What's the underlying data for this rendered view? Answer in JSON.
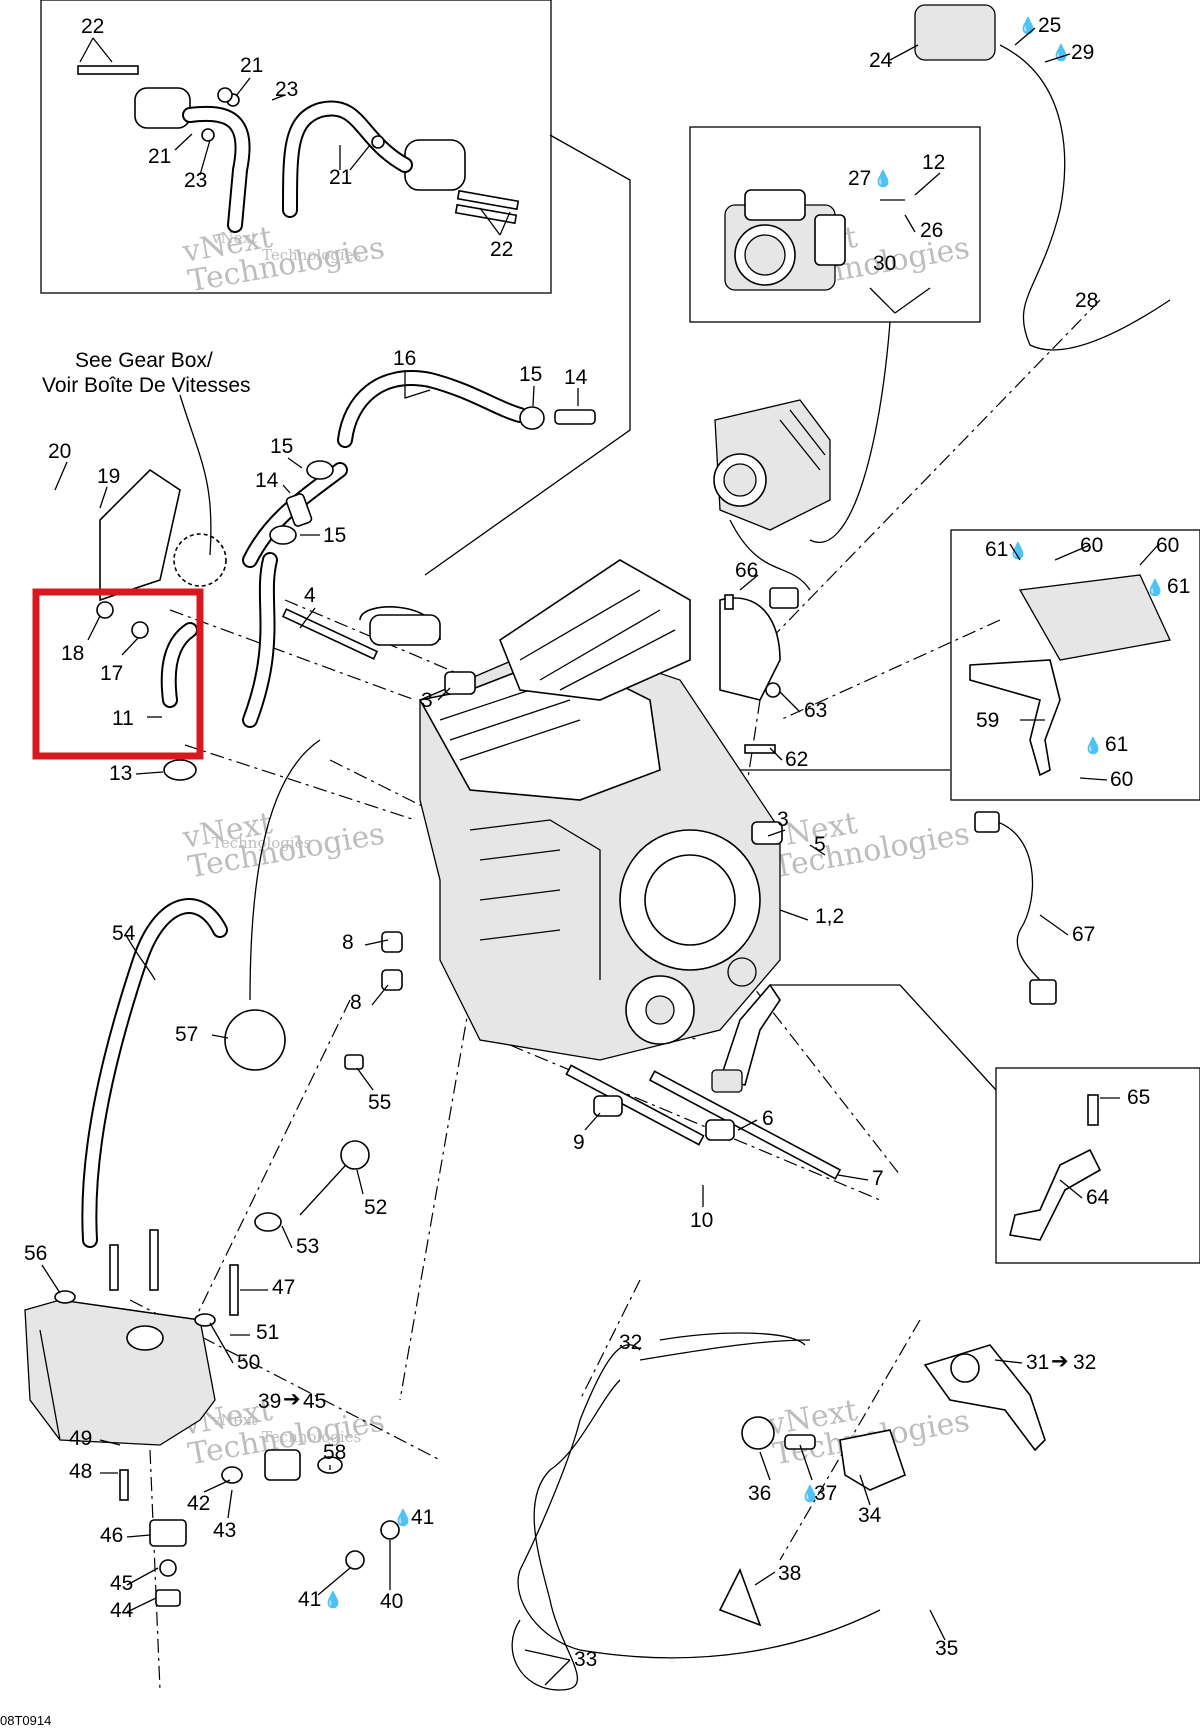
{
  "diagram": {
    "figure_id": "08T0914",
    "note_lines": [
      "See Gear Box/",
      "Voir Boîte De Vitesses"
    ],
    "watermark": {
      "line1": "vNext",
      "line2": "Technologies"
    },
    "arrow_glyph": "➔",
    "oil_glyph": "💧",
    "highlight_color": "#d7191f",
    "callouts": [
      "1,2",
      "3",
      "3",
      "4",
      "5",
      "6",
      "7",
      "8",
      "8",
      "9",
      "10",
      "11",
      "12",
      "13",
      "14",
      "14",
      "15",
      "15",
      "15",
      "16",
      "17",
      "18",
      "19",
      "20",
      "21",
      "21",
      "21",
      "22",
      "22",
      "23",
      "23",
      "24",
      "25",
      "26",
      "27",
      "28",
      "29",
      "30",
      "31",
      "32",
      "32",
      "33",
      "34",
      "35",
      "36",
      "37",
      "38",
      "39",
      "40",
      "41",
      "41",
      "42",
      "43",
      "44",
      "45",
      "45",
      "46",
      "47",
      "48",
      "49",
      "50",
      "51",
      "52",
      "53",
      "54",
      "55",
      "56",
      "57",
      "58",
      "59",
      "60",
      "60",
      "60",
      "61",
      "61",
      "61",
      "62",
      "63",
      "64",
      "65",
      "66",
      "67"
    ]
  }
}
